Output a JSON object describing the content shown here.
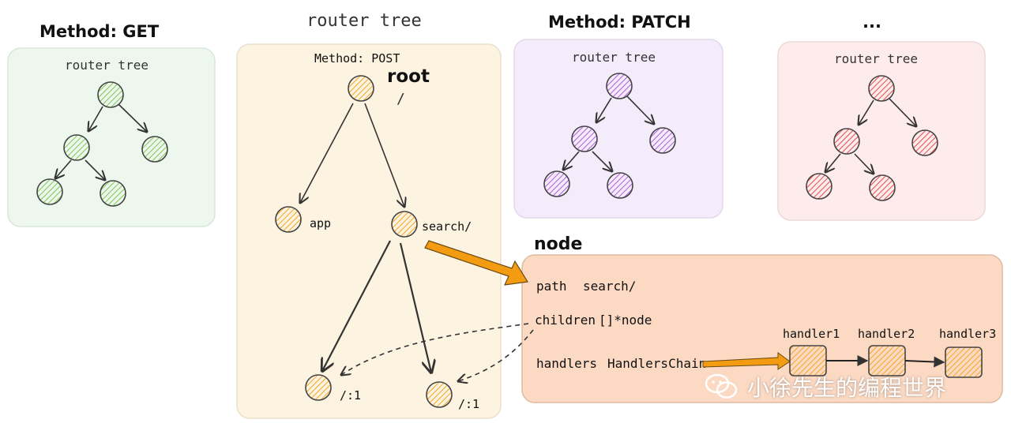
{
  "colors": {
    "green": "#7ec850",
    "green_bg": "#edf7ee",
    "orange": "#f5a623",
    "orange_bg": "#fdf3e1",
    "purple": "#b15ddb",
    "purple_bg": "#f4ebfb",
    "red": "#e64d4d",
    "red_bg": "#fdeceb",
    "node_bg": "#fbd9c3",
    "arrow": "#f39c12"
  },
  "headers": {
    "get": "Method: GET",
    "router_tree": "router tree",
    "patch": "Method: PATCH",
    "ellipsis": "..."
  },
  "panels": {
    "get": {
      "label": "router tree"
    },
    "post": {
      "method_label": "Method: POST",
      "root_label": "root",
      "root_path": "/",
      "app_label": "app",
      "search_label": "search/",
      "leaf1_label": "/:1",
      "leaf2_label": "/:1"
    },
    "patch": {
      "label": "router tree"
    },
    "more": {
      "label": "router tree"
    }
  },
  "node": {
    "title": "node",
    "path_key": "path",
    "path_val": "search/",
    "children_key": "children",
    "children_val": "[]*node",
    "handlers_key": "handlers",
    "handlers_val": "HandlersChain",
    "handler1": "handler1",
    "handler2": "handler2",
    "handler3": "handler3"
  },
  "watermark": {
    "text": "小徐先生的编程世界",
    "icon": "wechat-icon"
  }
}
